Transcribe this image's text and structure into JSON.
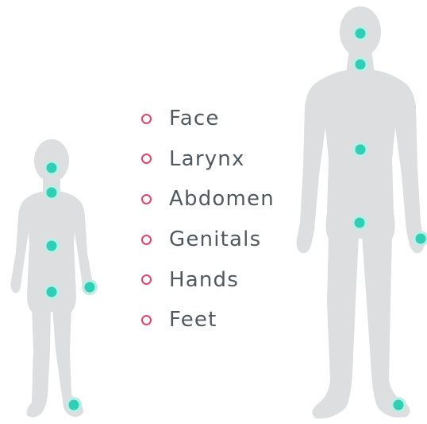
{
  "legend": {
    "accent_color": "#e5426b",
    "items": [
      {
        "label": "Face"
      },
      {
        "label": "Larynx"
      },
      {
        "label": "Abdomen"
      },
      {
        "label": "Genitals"
      },
      {
        "label": "Hands"
      },
      {
        "label": "Feet"
      }
    ]
  },
  "figures": [
    {
      "figure": "child",
      "markers": [
        "Face",
        "Larynx",
        "Abdomen",
        "Genitals",
        "Hands",
        "Feet"
      ]
    },
    {
      "figure": "adult",
      "markers": [
        "Face",
        "Larynx",
        "Abdomen",
        "Genitals",
        "Hands",
        "Feet"
      ]
    }
  ],
  "colors": {
    "silhouette": "#dcdedf",
    "marker": "#2fcfb6",
    "marker_halo": "#bfece4",
    "label_text": "#515960"
  }
}
